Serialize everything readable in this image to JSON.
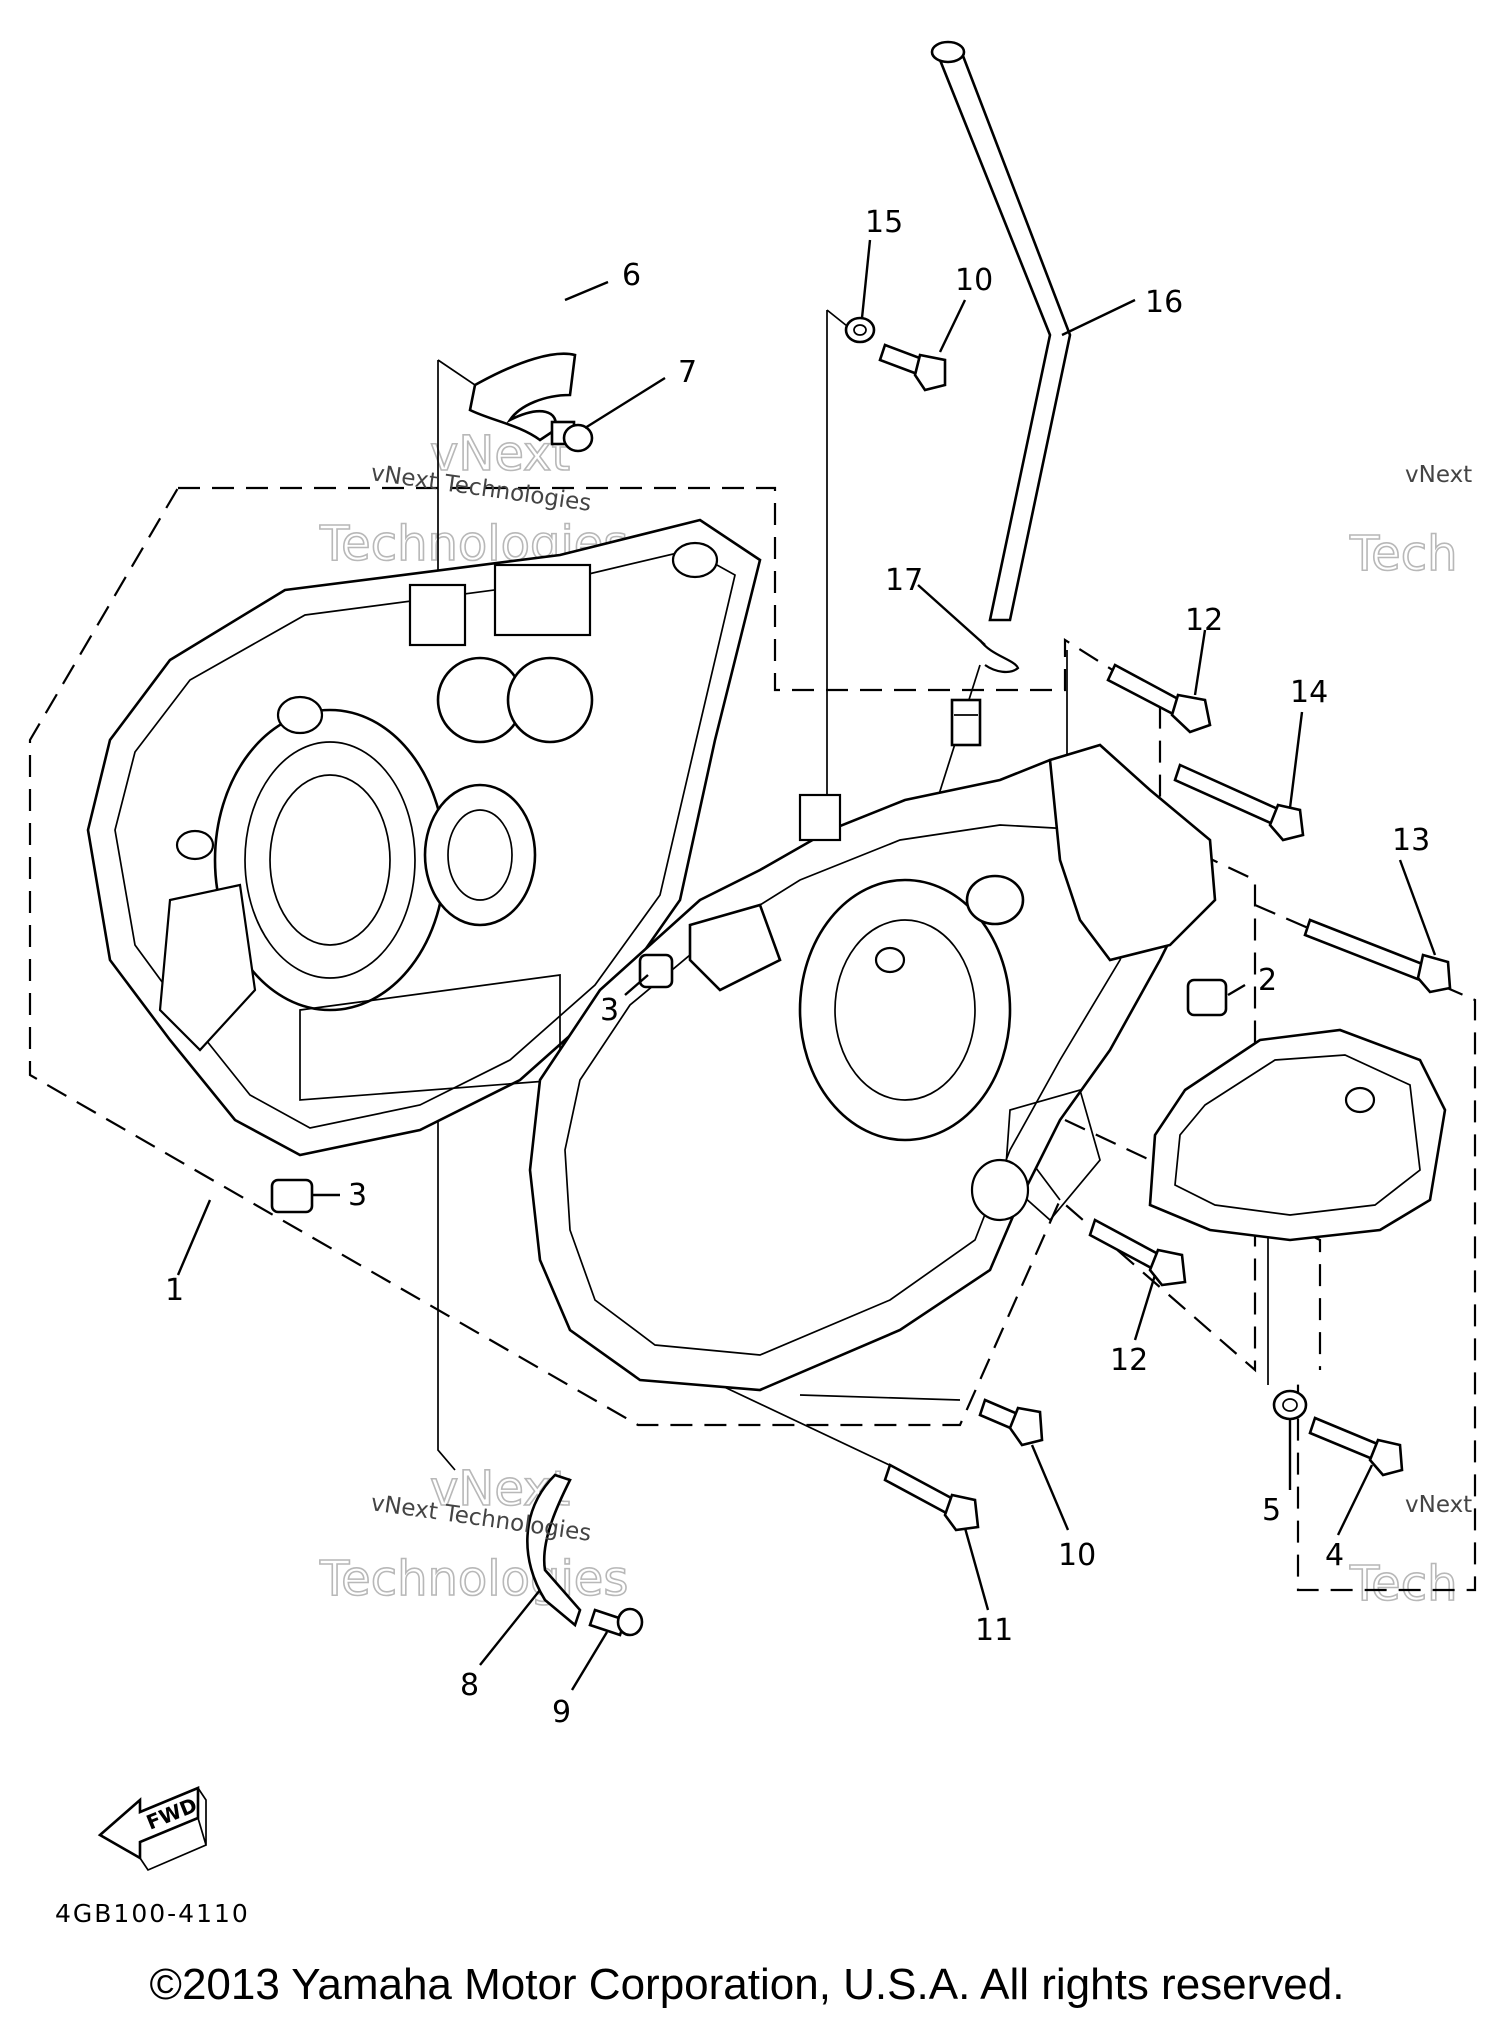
{
  "diagram": {
    "callouts": [
      "1",
      "2",
      "3",
      "3",
      "3",
      "4",
      "5",
      "6",
      "7",
      "8",
      "9",
      "10",
      "10",
      "11",
      "12",
      "12",
      "13",
      "14",
      "15",
      "16",
      "17"
    ],
    "watermarks": {
      "small": [
        "vNext Technologies",
        "vNext Technologies",
        "vNext",
        "vNext"
      ],
      "large": [
        "vNext",
        "Technologies",
        "vNext",
        "Technologies",
        "Tech",
        "Tech"
      ]
    },
    "fwd_label": "FWD",
    "part_code": "4GB100-4110"
  },
  "copyright": "©2013 Yamaha Motor Corporation, U.S.A. All rights reserved."
}
